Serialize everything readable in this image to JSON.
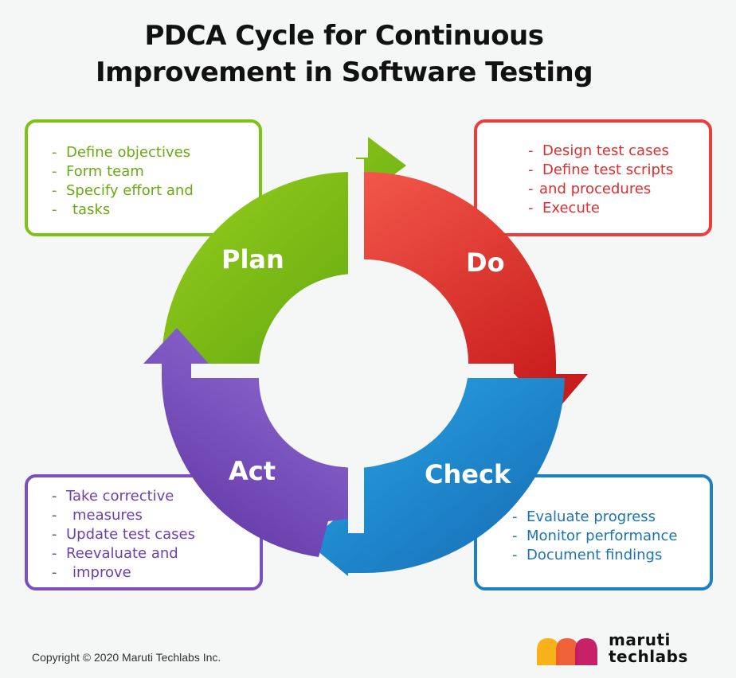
{
  "title": {
    "line1": "PDCA Cycle for Continuous",
    "line2": "Improvement in Software Testing"
  },
  "phases": {
    "plan": {
      "label": "Plan",
      "color": "#7dc314",
      "items": [
        "Define objectives",
        "Form team",
        "Specify effort and",
        "tasks"
      ]
    },
    "do": {
      "label": "Do",
      "color": "#ee3b3b",
      "items": [
        "Design test cases",
        "Define test scripts",
        "and procedures",
        "Execute"
      ]
    },
    "check": {
      "label": "Check",
      "color": "#1e7fc2",
      "items": [
        "Evaluate progress",
        "Monitor performance",
        "Document findings"
      ]
    },
    "act": {
      "label": "Act",
      "color": "#7a4fc2",
      "items": [
        "Take corrective",
        "measures",
        "Update test cases",
        "Reevaluate and",
        "improve"
      ]
    }
  },
  "footer": {
    "copyright": "Copyright © 2020 Maruti Techlabs Inc.",
    "logo_line1": "maruti",
    "logo_line2": "techlabs"
  }
}
